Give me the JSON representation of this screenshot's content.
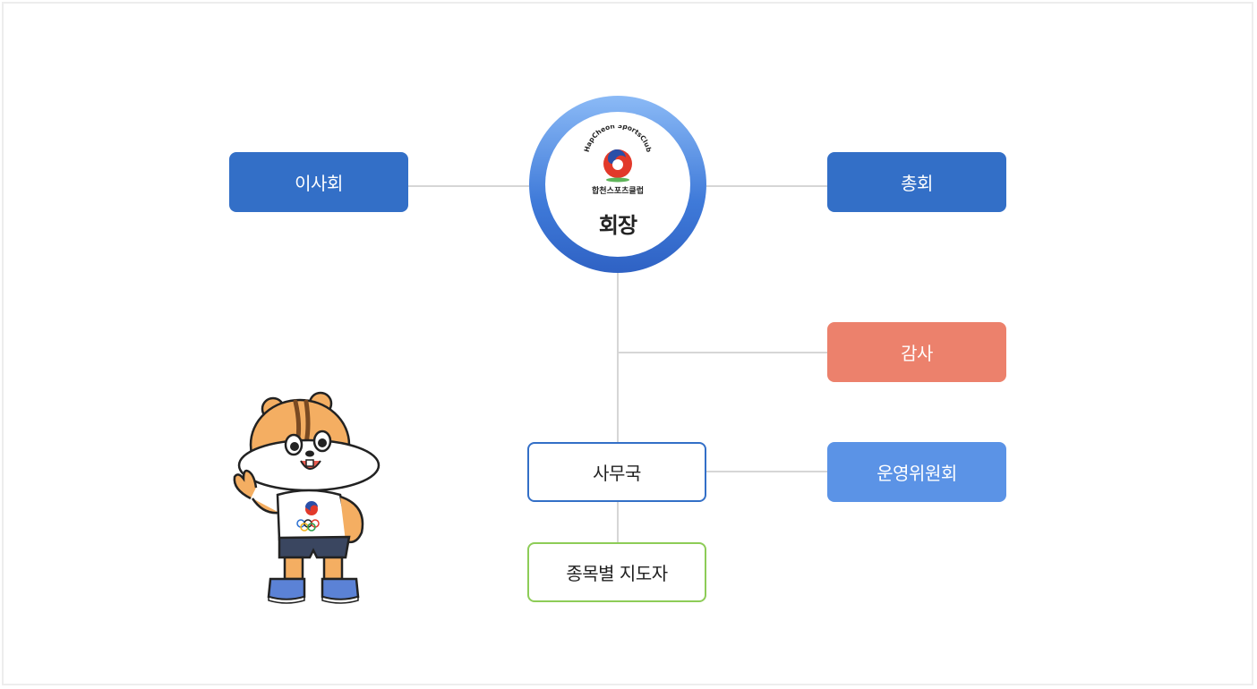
{
  "logo": {
    "arc_text": "HapCheon SportsClub",
    "name_text": "합천스포츠클럽"
  },
  "nodes": {
    "president": "회장",
    "board": "이사회",
    "general_assembly": "총회",
    "auditor": "감사",
    "secretariat": "사무국",
    "steering_committee": "운영위원회",
    "coaches": "종목별 지도자"
  },
  "colors": {
    "board": "#336fc7",
    "general_assembly": "#336fc7",
    "auditor": "#ec816c",
    "steering_committee": "#5b93e6",
    "secretariat_border": "#336fc7",
    "coaches_border": "#8dcc57",
    "connector": "#d6d6d6"
  }
}
